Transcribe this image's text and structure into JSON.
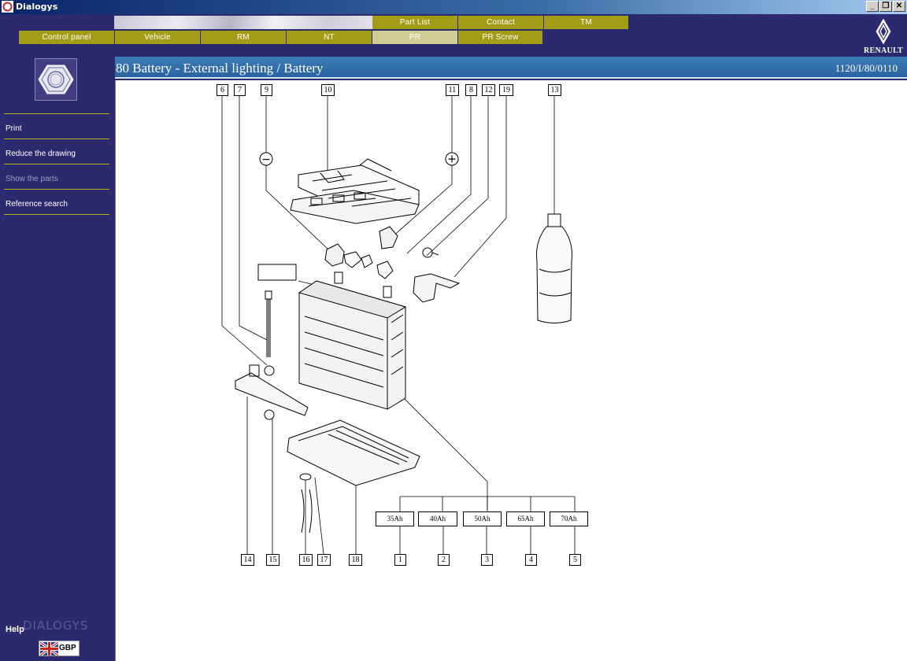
{
  "window": {
    "title": "Dialogys"
  },
  "top_tabs": [
    {
      "label": "Part List"
    },
    {
      "label": "Contact"
    },
    {
      "label": "TM"
    }
  ],
  "nav_tabs": [
    {
      "label": "Control panel"
    },
    {
      "label": "Vehicle"
    },
    {
      "label": "RM"
    },
    {
      "label": "NT"
    },
    {
      "label": "PR",
      "active": true
    },
    {
      "label": "PR Screw"
    }
  ],
  "brand": {
    "name": "RENAULT"
  },
  "sidebar": {
    "items": [
      {
        "label": "Print",
        "enabled": true
      },
      {
        "label": "Reduce the drawing",
        "enabled": true
      },
      {
        "label": "Show the parts",
        "enabled": false
      },
      {
        "label": "Reference search",
        "enabled": true
      }
    ],
    "help_label": "Help",
    "watermark": "DIALOGYS",
    "language": "GBP"
  },
  "main": {
    "title": "80 Battery - External lighting / Battery",
    "reference": "1120/I/80/0110"
  },
  "diagram": {
    "top_callouts": [
      "6",
      "7",
      "9",
      "10",
      "11",
      "8",
      "12",
      "19",
      "13"
    ],
    "bottom_callouts": [
      "14",
      "15",
      "16",
      "17",
      "18",
      "1",
      "2",
      "3",
      "4",
      "5"
    ],
    "capacities": [
      "35Ah",
      "40Ah",
      "50Ah",
      "65Ah",
      "70Ah"
    ],
    "minus_symbol": "−",
    "plus_symbol": "+"
  },
  "colors": {
    "frame": "#2c2a6e",
    "tab": "#a29c17",
    "tab_active": "#cfcd93",
    "crumb": "#2f6aa6"
  }
}
